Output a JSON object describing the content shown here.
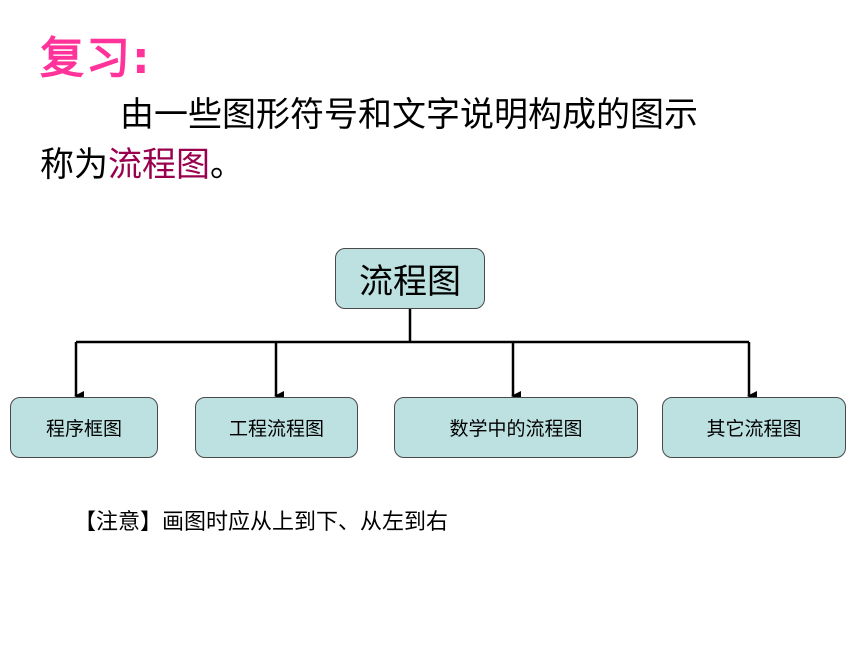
{
  "title": "复习:",
  "paragraph": {
    "line1": "由一些图形符号和文字说明构成的图示",
    "line2_prefix": "称为",
    "line2_highlight": "流程图",
    "line2_suffix": "。"
  },
  "diagram": {
    "root": "流程图",
    "children": [
      "程序框图",
      "工程流程图",
      "数学中的流程图",
      "其它流程图"
    ]
  },
  "note": "【注意】画图时应从上到下、从左到右",
  "colors": {
    "title": "#ff3399",
    "highlight": "#99004d",
    "box_fill": "#bde0e0",
    "box_border": "#4a4a4a"
  }
}
